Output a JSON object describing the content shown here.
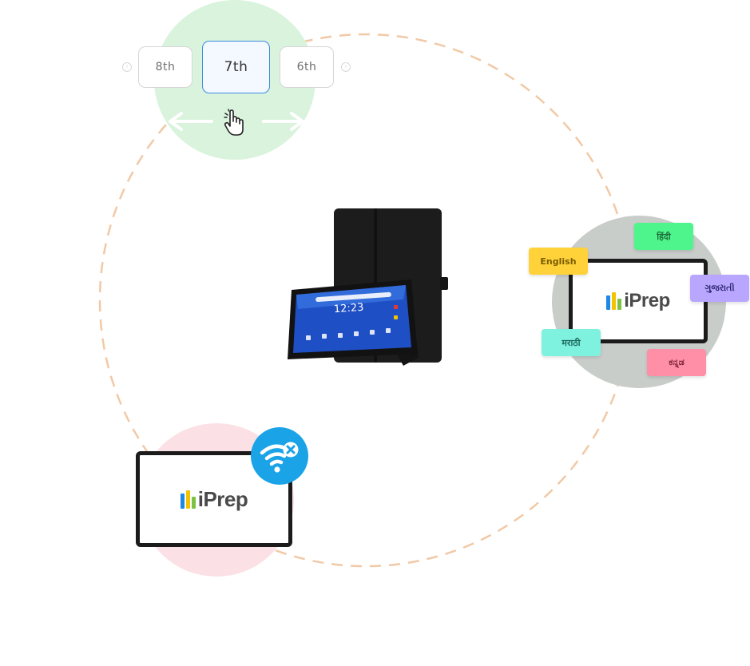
{
  "grades": {
    "left": "8th",
    "selected": "7th",
    "right": "6th"
  },
  "tablet_screen": {
    "time": "12:23"
  },
  "languages": [
    {
      "label": "हिंदी",
      "color": "#4df58c",
      "text_color": "#1f6f3a"
    },
    {
      "label": "English",
      "color": "#ffd23a",
      "text_color": "#7a5c00"
    },
    {
      "label": "ગુજરાતી",
      "color": "#b9a7ff",
      "text_color": "#2f2470"
    },
    {
      "label": "मराठी",
      "color": "#7ff2df",
      "text_color": "#1b6a5e"
    },
    {
      "label": "ಕನ್ನಡ",
      "color": "#ff8fa6",
      "text_color": "#7a1f35"
    }
  ],
  "brand": {
    "name": "iPrep",
    "colors": [
      "#1e88e5",
      "#f4c300",
      "#7cc242"
    ]
  },
  "icons": {
    "pointer": "hand-pointer-icon",
    "wifi_off": "wifi-off-icon"
  },
  "colors": {
    "orbit": "#f1c9a6",
    "grade_bubble": "#d9f3dd",
    "lang_bubble": "#c9cdca",
    "offline_bubble": "#fbe1e6",
    "wifi_badge": "#1aa3e6"
  }
}
